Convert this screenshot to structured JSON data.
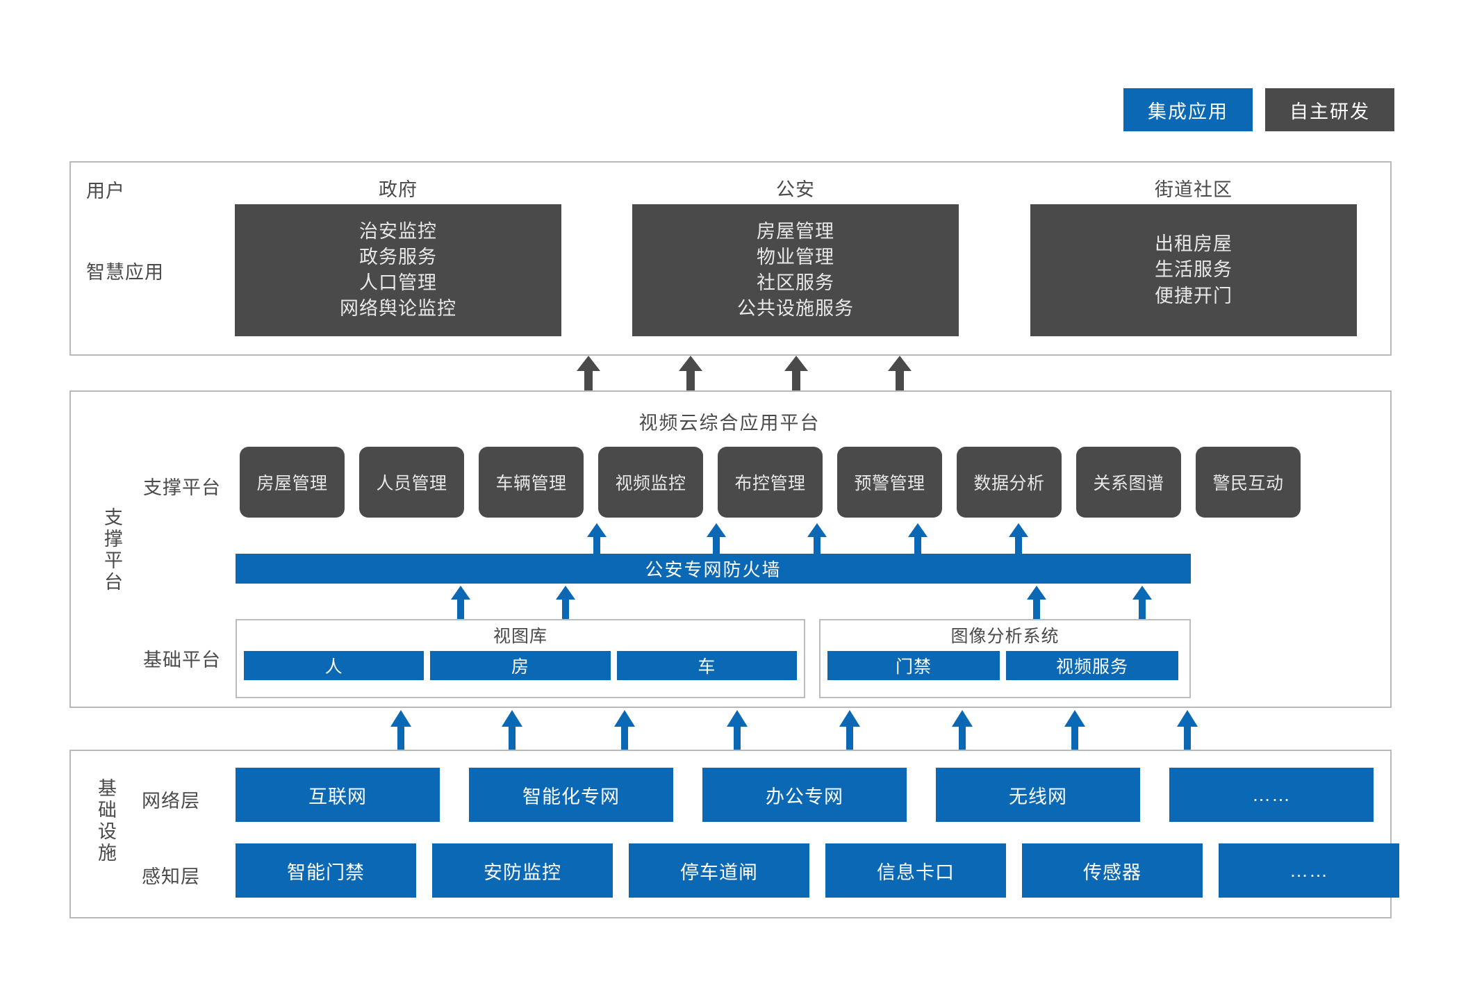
{
  "legend": {
    "items": [
      {
        "label": "集成应用",
        "color": "#0a68b4",
        "name": "integrated-application"
      },
      {
        "label": "自主研发",
        "color": "#4a4a4a",
        "name": "self-developed"
      }
    ]
  },
  "application_layer": {
    "row_labels": {
      "users": "用户",
      "smart_apps": "智慧应用"
    },
    "columns": [
      {
        "title": "政府",
        "items": [
          "治安监控",
          "政务服务",
          "人口管理",
          "网络舆论监控"
        ]
      },
      {
        "title": "公安",
        "items": [
          "房屋管理",
          "物业管理",
          "社区服务",
          "公共设施服务"
        ]
      },
      {
        "title": "街道社区",
        "items": [
          "出租房屋",
          "生活服务",
          "便捷开门"
        ]
      }
    ]
  },
  "platform_layer": {
    "side_label": "支撑平台",
    "title": "视频云综合应用平台",
    "support_label": "支撑平台",
    "base_label": "基础平台",
    "modules": [
      "房屋管理",
      "人员管理",
      "车辆管理",
      "视频监控",
      "布控管理",
      "预警管理",
      "数据分析",
      "关系图谱",
      "警民互动"
    ],
    "firewall": "公安专网防火墙",
    "base_groups": [
      {
        "title": "视图库",
        "chips": [
          "人",
          "房",
          "车"
        ]
      },
      {
        "title": "图像分析系统",
        "chips": [
          "门禁",
          "视频服务"
        ]
      }
    ]
  },
  "infrastructure_layer": {
    "side_label": "基础设施",
    "rows": [
      {
        "label": "网络层",
        "items": [
          "互联网",
          "智能化专网",
          "办公专网",
          "无线网",
          "……"
        ]
      },
      {
        "label": "感知层",
        "items": [
          "智能门禁",
          "安防监控",
          "停车道闸",
          "信息卡口",
          "传感器",
          "……"
        ]
      }
    ]
  },
  "colors": {
    "accent_blue": "#0a68b4",
    "dark_gray": "#4a4a4a",
    "panel_border": "#b9b9b9",
    "text": "#4a4a4a"
  }
}
